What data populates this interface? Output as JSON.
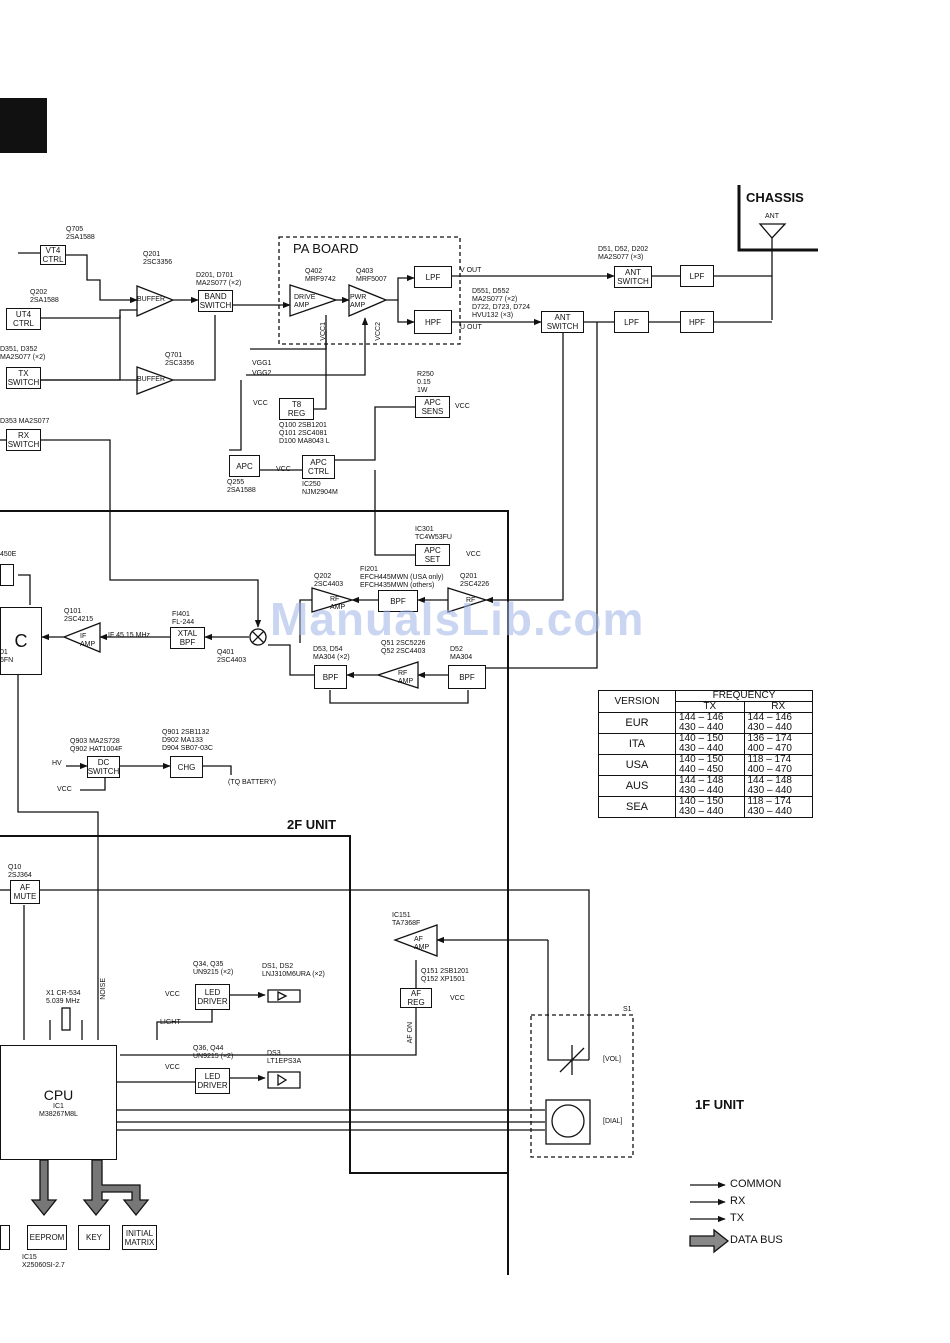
{
  "sections": {
    "chassis": "CHASSIS",
    "ant": "ANT",
    "pa_board": "PA BOARD",
    "unit_2f": "2F UNIT",
    "unit_1f": "1F UNIT"
  },
  "watermark": "ManualsLib.com",
  "blocks": {
    "vt4_ctrl": "VT4\nCTRL",
    "ut4": "UT4\nCTRL",
    "buffer1": "BUFFER",
    "buffer2": "BUFFER",
    "band_switch": "BAND\nSWITCH",
    "drive_amp": "DRIVE\nAMP",
    "pwr_amp": "PWR\nAMP",
    "lpf_pa": "LPF",
    "hpf_pa": "HPF",
    "ant_switch_top": "ANT\nSWITCH",
    "lpf_top": "LPF",
    "ant_switch_mid": "ANT\nSWITCH",
    "lpf_mid": "LPF",
    "hpf_mid": "HPF",
    "tx_switch": "TX\nSWITCH",
    "t8_reg": "T8\nREG",
    "apc_sens": "APC\nSENS",
    "rx_switch": "RX\nSWITCH",
    "apc": "APC",
    "apc_ctrl": "APC\nCTRL",
    "apc_set": "APC\nSET",
    "rf_amp1": "RF\nAMP",
    "bpf1": "BPF",
    "rf_amp2": "RF",
    "if_amp": "IF\nAMP",
    "xtal_bpf": "XTAL\nBPF",
    "bpf2": "BPF",
    "rf_amp3": "RF\nAMP",
    "bpf3": "BPF",
    "dc_switch": "DC\nSWITCH",
    "chg": "CHG",
    "af_mute": "AF\nMUTE",
    "af_amp": "AF\nAMP",
    "af_reg": "AF\nREG",
    "led_driver1": "LED\nDRIVER",
    "led_driver2": "LED\nDRIVER",
    "cpu": "CPU",
    "eeprom": "EEPROM",
    "key": "KEY",
    "initial_matrix": "INITIAL\nMATRIX",
    "vol": "[VOL]",
    "dial": "[DIAL]",
    "if_c": "C"
  },
  "labels": {
    "q705": "Q705\n2SA1588",
    "q201_top": "Q201\n2SC3356",
    "q202_top": "Q202\n2SA1588",
    "d201": "D201, D701\nMA2S077 (×2)",
    "q402": "Q402\nMRF9742",
    "q403": "Q403\nMRF5007",
    "v_out": "V OUT",
    "u_out": "U OUT",
    "d51": "D51, D52, D202\nMA2S077 (×3)",
    "d551": "D551, D552\nMA2S077 (×2)\nD722, D723, D724\nHVU132 (×3)",
    "d351": "D351, D352\nMA2S077 (×2)",
    "q701": "Q701\n2SC3356",
    "vcc1": "VCC1",
    "vcc2": "VCC2",
    "vgg1": "VGG1",
    "vgg2": "VGG2",
    "r250": "R250\n0.15\n1W",
    "q100": "Q100 2SB1201\nQ101 2SC4081\nD100 MA8043 L",
    "d353": "D353 MA2S077",
    "q255": "Q255\n2SA1588",
    "ic250": "IC250\nNJM2904M",
    "ic301": "IC301\nTC4W53FU",
    "x450e": "450E",
    "q202_mid": "Q202\n2SC4403",
    "fi201": "FI201\nEFCH445MWN (USA only)\nEFCH435MWN (others)",
    "q201_mid": "Q201\n2SC4226",
    "q101": "Q101\n2SC4215",
    "if_freq": "IF 45.15 MHz",
    "fi401": "FI401\nFL-244",
    "q401": "Q401\n2SC4403",
    "q51": "Q51 2SC5226\nQ52 2SC4403",
    "d53": "D53, D54\nMA304 (×2)",
    "d52": "D52\nMA304",
    "ic_fn": "01\n6FN",
    "q903": "Q903 MA2S728\nQ902 HAT1004F",
    "q901": "Q901 2SB1132\nD902 MA133\nD904 SB07-03C",
    "hv": "HV",
    "tq_battery": "(TQ BATTERY)",
    "q10": "Q10\n2SJ364",
    "ic151": "IC151\nTA7368F",
    "q151": "Q151 2SB1201\nQ152 XP1501",
    "q34": "Q34, Q35\nUN9215 (×2)",
    "ds1": "DS1, DS2\nLNJ310M6URA (×2)",
    "x1": "X1 CR-534\n5.039 MHz",
    "noise": "NOISE",
    "light": "LIGHT",
    "af_on": "AF ON",
    "q36": "Q36, Q44\nUN9215 (×2)",
    "ds3": "DS3\nLT1EPS3A",
    "ic1": "IC1\nM38267M8L",
    "ic15": "IC15\nX25060SI-2.7",
    "s1": "S1",
    "vcc": "VCC"
  },
  "frequency_table": {
    "header_version": "VERSION",
    "header_frequency": "FREQUENCY",
    "header_tx": "TX",
    "header_rx": "RX",
    "rows": [
      {
        "version": "EUR",
        "tx": "144 – 146\n430 – 440",
        "rx": "144 – 146\n430 – 440"
      },
      {
        "version": "ITA",
        "tx": "140 – 150\n430 – 440",
        "rx": "136 – 174\n400 – 470"
      },
      {
        "version": "USA",
        "tx": "140 – 150\n440 – 450",
        "rx": "118 – 174\n400 – 470"
      },
      {
        "version": "AUS",
        "tx": "144 – 148\n430 – 440",
        "rx": "144 – 148\n430 – 440"
      },
      {
        "version": "SEA",
        "tx": "140 – 150\n430 – 440",
        "rx": "118 – 174\n430 – 440"
      }
    ]
  },
  "legend": {
    "common": "COMMON",
    "rx": "RX",
    "tx": "TX",
    "data_bus": "DATA BUS"
  }
}
